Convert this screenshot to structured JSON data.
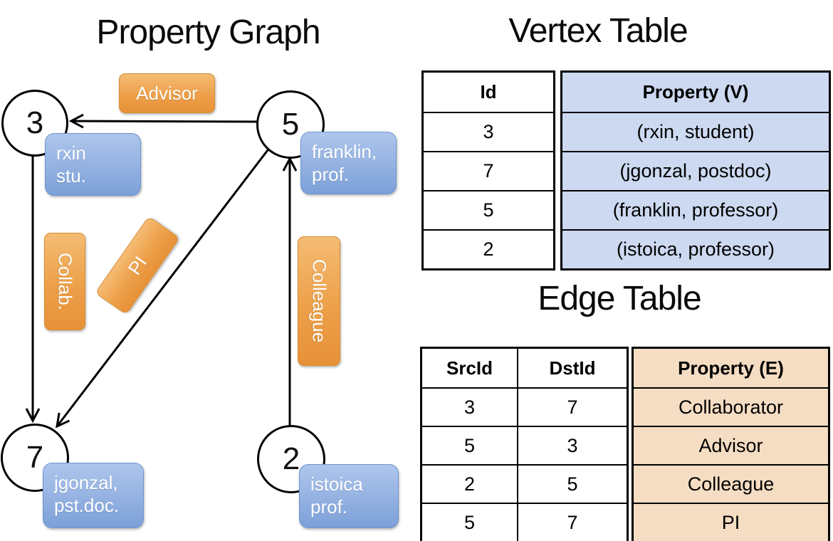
{
  "colors": {
    "orange_accent": "#EDA049",
    "orange_border": "#D68C31",
    "blue_accent": "#8FAEDF",
    "blue_border": "#6F95CF",
    "vertex_property_bg": "#CCD9F0",
    "edge_property_bg": "#F5DDC3",
    "line_color": "#000000"
  },
  "graph": {
    "title": "Property Graph",
    "vertices": [
      {
        "id": "3",
        "property_line1": "rxin",
        "property_line2": "stu."
      },
      {
        "id": "5",
        "property_line1": "franklin,",
        "property_line2": "prof."
      },
      {
        "id": "7",
        "property_line1": "jgonzal,",
        "property_line2": "pst.doc."
      },
      {
        "id": "2",
        "property_line1": "istoica",
        "property_line2": "prof."
      }
    ],
    "edges": [
      {
        "src": "5",
        "dst": "3",
        "label": "Advisor"
      },
      {
        "src": "3",
        "dst": "7",
        "label": "Collab."
      },
      {
        "src": "5",
        "dst": "7",
        "label": "PI"
      },
      {
        "src": "2",
        "dst": "5",
        "label": "Colleague"
      }
    ]
  },
  "vertex_table": {
    "title": "Vertex Table",
    "columns": [
      "Id",
      "Property (V)"
    ],
    "rows": [
      [
        "3",
        "(rxin, student)"
      ],
      [
        "7",
        "(jgonzal, postdoc)"
      ],
      [
        "5",
        "(franklin, professor)"
      ],
      [
        "2",
        "(istoica, professor)"
      ]
    ]
  },
  "edge_table": {
    "title": "Edge Table",
    "columns": [
      "SrcId",
      "DstId",
      "Property (E)"
    ],
    "rows": [
      [
        "3",
        "7",
        "Collaborator"
      ],
      [
        "5",
        "3",
        "Advisor"
      ],
      [
        "2",
        "5",
        "Colleague"
      ],
      [
        "5",
        "7",
        "PI"
      ]
    ]
  }
}
